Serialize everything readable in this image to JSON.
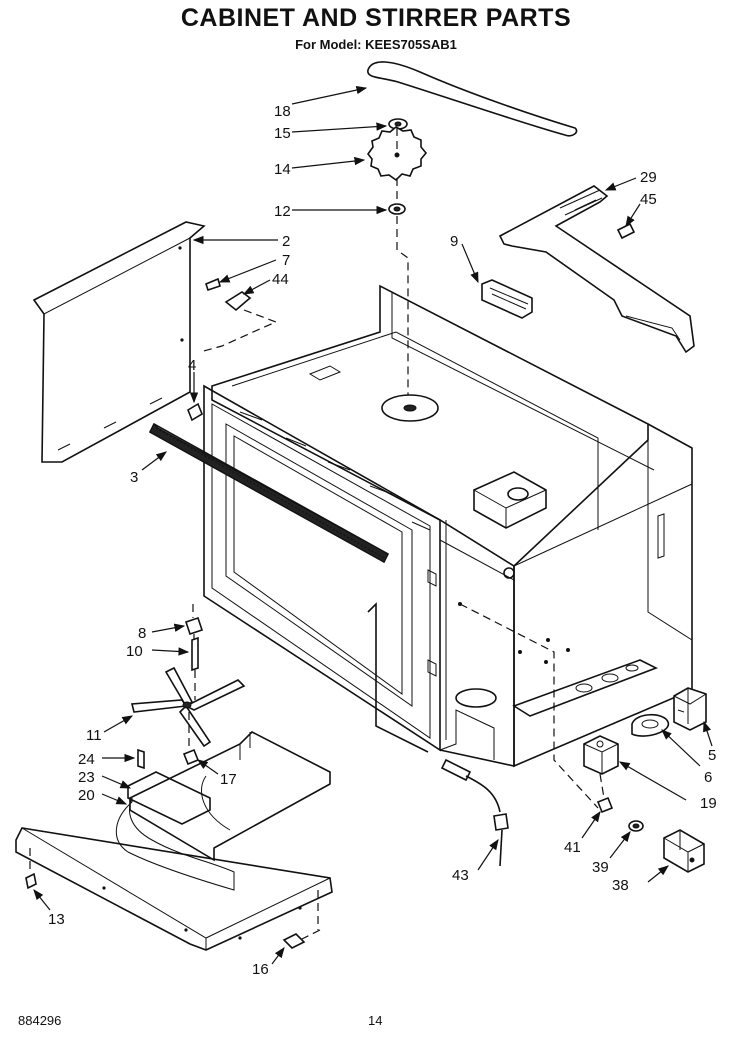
{
  "header": {
    "title": "CABINET AND STIRRER PARTS",
    "subtitle": "For Model: KEES705SAB1"
  },
  "footer": {
    "doc_number": "884296",
    "page_number": "14"
  },
  "callouts": {
    "c18": "18",
    "c15": "15",
    "c14": "14",
    "c12": "12",
    "c29": "29",
    "c45": "45",
    "c2": "2",
    "c7": "7",
    "c44": "44",
    "c9": "9",
    "c4": "4",
    "c3": "3",
    "c8": "8",
    "c10": "10",
    "c11": "11",
    "c24": "24",
    "c23": "23",
    "c20": "20",
    "c17": "17",
    "c13": "13",
    "c16": "16",
    "c43": "43",
    "c41": "41",
    "c39": "39",
    "c38": "38",
    "c19": "19",
    "c6": "6",
    "c5": "5"
  }
}
